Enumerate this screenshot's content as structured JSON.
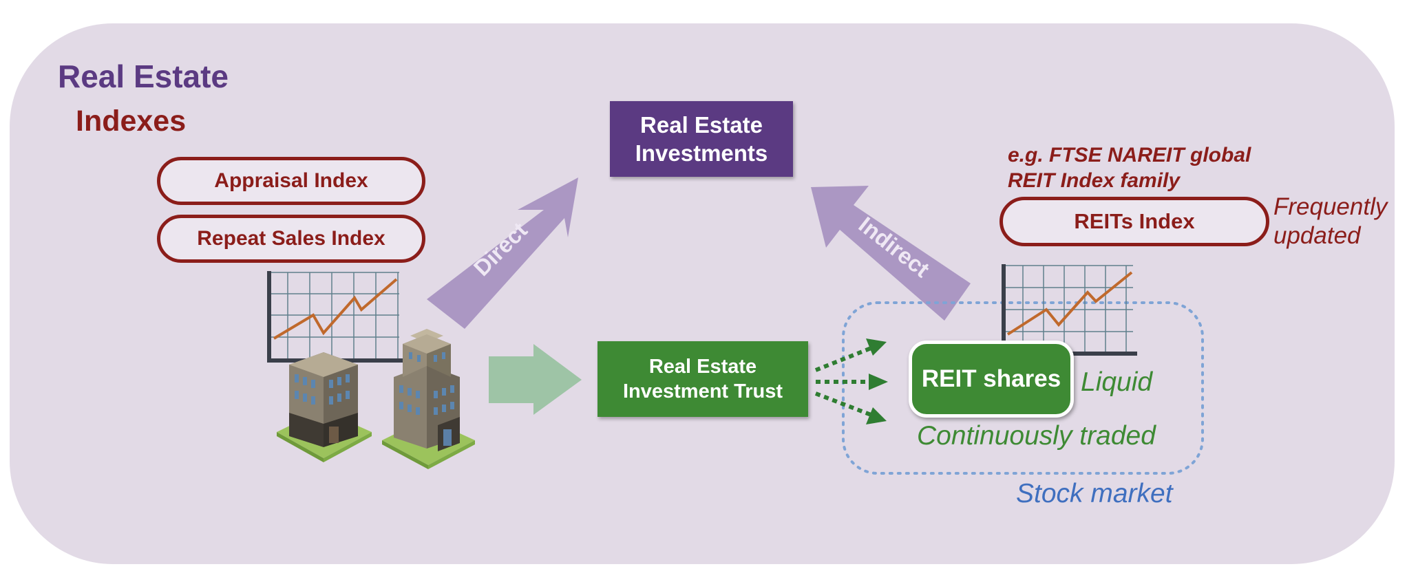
{
  "titles": {
    "line1": "Real Estate",
    "line2": "Indexes"
  },
  "indexes": {
    "appraisal": "Appraisal Index",
    "repeat_sales": "Repeat Sales Index",
    "reits": "REITs Index"
  },
  "boxes": {
    "investments": "Real Estate Investments",
    "trust": "Real Estate Investment Trust",
    "shares": "REIT shares"
  },
  "arrows": {
    "direct": "Direct",
    "indirect": "Indirect"
  },
  "notes": {
    "example": "e.g. FTSE NAREIT global REIT Index family",
    "frequently": "Frequently updated",
    "liquid": "Liquid",
    "continuous": "Continuously traded",
    "stock_market": "Stock market"
  },
  "icons": [
    "line-chart-icon",
    "office-building-icon"
  ],
  "colors": {
    "panel": "#e2dae6",
    "purple": "#5b3a82",
    "red": "#8b1d1a",
    "green": "#3e8a34",
    "light_green_arrow": "#9ec4a6",
    "lavender_arrow": "#ab97c3",
    "blue": "#3f6fbf"
  }
}
